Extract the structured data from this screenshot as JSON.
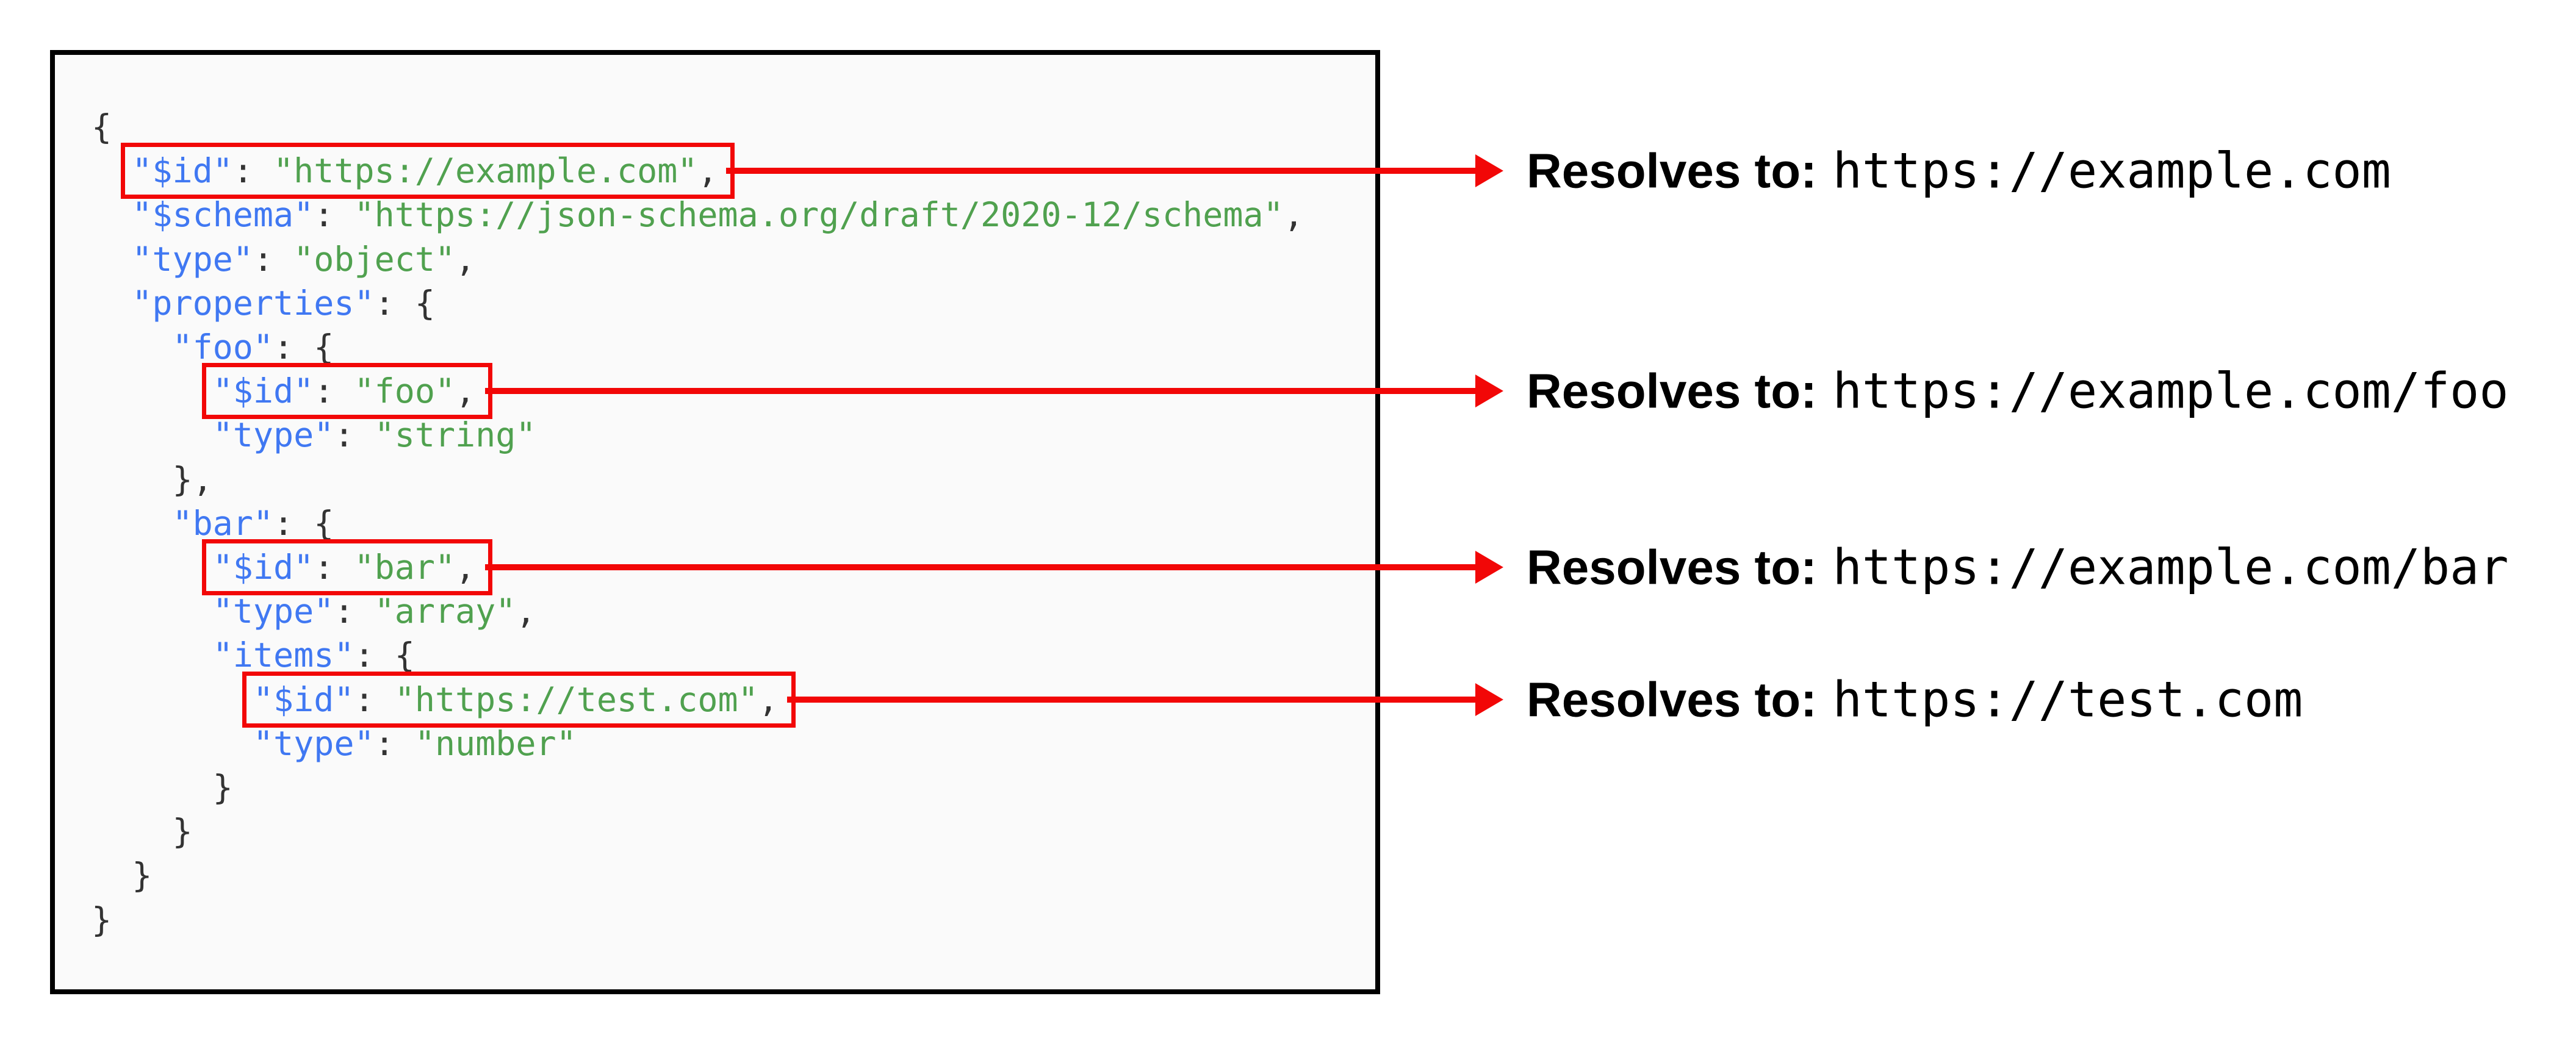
{
  "colors": {
    "highlight_red": "#f20707",
    "key_blue": "#4078f2",
    "string_green": "#50a14f",
    "punctuation": "#333333",
    "code_background": "#fafafa",
    "code_border": "#000000",
    "page_background": "#ffffff"
  },
  "code": {
    "language": "json",
    "lines": [
      [
        [
          "p",
          "{"
        ]
      ],
      [
        [
          "p",
          "  "
        ],
        [
          "k",
          "\"$id\""
        ],
        [
          "p",
          ": "
        ],
        [
          "s",
          "\"https://example.com\""
        ],
        [
          "p",
          ","
        ]
      ],
      [
        [
          "p",
          "  "
        ],
        [
          "k",
          "\"$schema\""
        ],
        [
          "p",
          ": "
        ],
        [
          "s",
          "\"https://json-schema.org/draft/2020-12/schema\""
        ],
        [
          "p",
          ","
        ]
      ],
      [
        [
          "p",
          "  "
        ],
        [
          "k",
          "\"type\""
        ],
        [
          "p",
          ": "
        ],
        [
          "s",
          "\"object\""
        ],
        [
          "p",
          ","
        ]
      ],
      [
        [
          "p",
          "  "
        ],
        [
          "k",
          "\"properties\""
        ],
        [
          "p",
          ": {"
        ]
      ],
      [
        [
          "p",
          "    "
        ],
        [
          "k",
          "\"foo\""
        ],
        [
          "p",
          ": {"
        ]
      ],
      [
        [
          "p",
          "      "
        ],
        [
          "k",
          "\"$id\""
        ],
        [
          "p",
          ": "
        ],
        [
          "s",
          "\"foo\""
        ],
        [
          "p",
          ","
        ]
      ],
      [
        [
          "p",
          "      "
        ],
        [
          "k",
          "\"type\""
        ],
        [
          "p",
          ": "
        ],
        [
          "s",
          "\"string\""
        ]
      ],
      [
        [
          "p",
          "    },"
        ]
      ],
      [
        [
          "p",
          "    "
        ],
        [
          "k",
          "\"bar\""
        ],
        [
          "p",
          ": {"
        ]
      ],
      [
        [
          "p",
          "      "
        ],
        [
          "k",
          "\"$id\""
        ],
        [
          "p",
          ": "
        ],
        [
          "s",
          "\"bar\""
        ],
        [
          "p",
          ","
        ]
      ],
      [
        [
          "p",
          "      "
        ],
        [
          "k",
          "\"type\""
        ],
        [
          "p",
          ": "
        ],
        [
          "s",
          "\"array\""
        ],
        [
          "p",
          ","
        ]
      ],
      [
        [
          "p",
          "      "
        ],
        [
          "k",
          "\"items\""
        ],
        [
          "p",
          ": {"
        ]
      ],
      [
        [
          "p",
          "        "
        ],
        [
          "k",
          "\"$id\""
        ],
        [
          "p",
          ": "
        ],
        [
          "s",
          "\"https://test.com\""
        ],
        [
          "p",
          ","
        ]
      ],
      [
        [
          "p",
          "        "
        ],
        [
          "k",
          "\"type\""
        ],
        [
          "p",
          ": "
        ],
        [
          "s",
          "\"number\""
        ]
      ],
      [
        [
          "p",
          "      }"
        ]
      ],
      [
        [
          "p",
          "    }"
        ]
      ],
      [
        [
          "p",
          "  }"
        ]
      ],
      [
        [
          "p",
          "}"
        ]
      ]
    ]
  },
  "annotations": [
    {
      "label": "Resolves to:",
      "value": "https://example.com"
    },
    {
      "label": "Resolves to:",
      "value": "https://example.com/foo"
    },
    {
      "label": "Resolves to:",
      "value": "https://example.com/bar"
    },
    {
      "label": "Resolves to:",
      "value": "https://test.com"
    }
  ]
}
